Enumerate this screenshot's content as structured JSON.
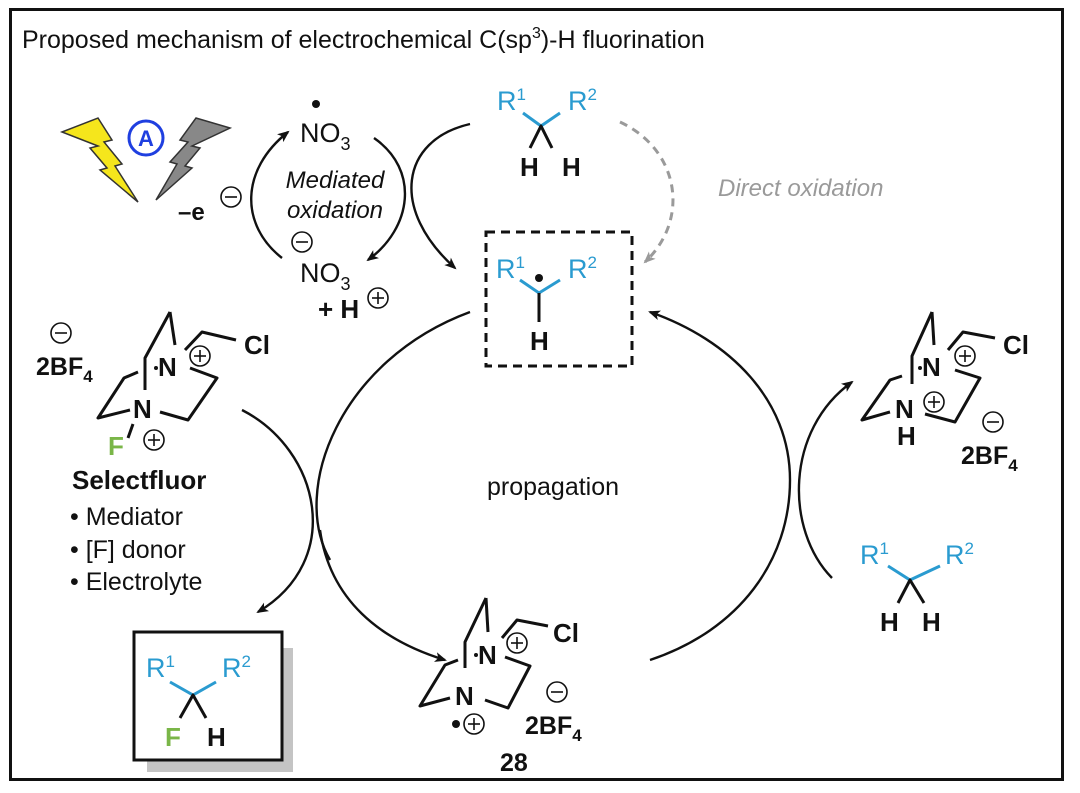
{
  "title": {
    "text": "Proposed mechanism of electrochemical C(sp",
    "sup": "3",
    "tail": ")-H fluorination"
  },
  "anode": {
    "label": "A",
    "electron": "–e",
    "bolt_colors": [
      "#f5e61c",
      "#8a8a8a"
    ],
    "ring_color": "#1f3fe0"
  },
  "mediator_cycle": {
    "radical": "NO",
    "radical_sub": "3",
    "label_line1": "Mediated",
    "label_line2": "oxidation",
    "anion": "NO",
    "anion_sub": "3",
    "proton": "+ H"
  },
  "substrate_top": {
    "r1": "R",
    "r1_sup": "1",
    "r2": "R",
    "r2_sup": "2",
    "h1": "H",
    "h2": "H"
  },
  "direct_oxidation": {
    "label": "Direct oxidation"
  },
  "radical_intermediate": {
    "r1": "R",
    "r1_sup": "1",
    "r2": "R",
    "r2_sup": "2",
    "h": "H"
  },
  "selectfluor": {
    "counterion": "2BF",
    "counterion_sub": "4",
    "n_top": "N",
    "n_bottom": "N",
    "cl": "Cl",
    "f": "F",
    "name": "Selectfluor",
    "roles": [
      "Mediator",
      "[F] donor",
      "Electrolyte"
    ]
  },
  "cycle_label": "propagation",
  "product": {
    "r1": "R",
    "r1_sup": "1",
    "r2": "R",
    "r2_sup": "2",
    "f": "F",
    "h": "H"
  },
  "radical_dication": {
    "counterion": "2BF",
    "counterion_sub": "4",
    "n_top": "N",
    "n_bottom": "N",
    "cl": "Cl",
    "compound_number": "28"
  },
  "protonated_tedа": {
    "counterion": "2BF",
    "counterion_sub": "4",
    "n_top": "N",
    "n_bottom": "N",
    "h": "H",
    "cl": "Cl"
  },
  "substrate_right": {
    "r1": "R",
    "r1_sup": "1",
    "r2": "R",
    "r2_sup": "2",
    "h1": "H",
    "h2": "H"
  },
  "colors": {
    "substituent_blue": "#2a9bd0",
    "fluorine_green": "#7ab648",
    "direct_gray": "#9a9a9a"
  }
}
